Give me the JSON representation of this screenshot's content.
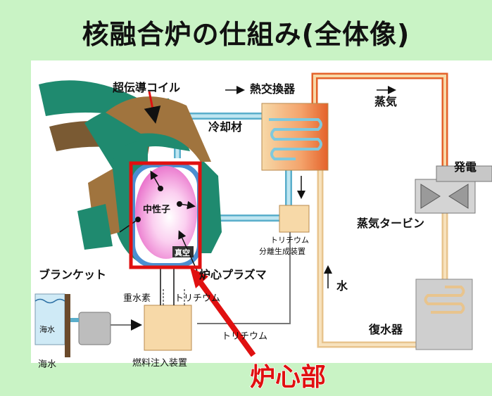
{
  "title": "核融合炉の仕組み(全体像)",
  "labels": {
    "coil": "超伝導コイル",
    "heat_exchanger": "熱交換器",
    "coolant": "冷却材",
    "steam": "蒸気",
    "generator": "発電",
    "steam_turbine": "蒸気タービン",
    "neutron": "中性子",
    "vacuum": "真空",
    "tritium_plant_line1": "トリチウム",
    "tritium_plant_line2": "分離生成装置",
    "blanket": "ブランケット",
    "plasma": "炉心プラズマ",
    "water": "水",
    "deuterium": "重水素",
    "tritium_in": "トリチウム",
    "tritium_return": "トリチウム",
    "condenser": "復水器",
    "seawater_tank": "海水",
    "seawater": "海水",
    "fuel_injector": "燃料注入装置",
    "core_callout": "炉心部"
  },
  "colors": {
    "background": "#c9f3c5",
    "callout_red": "#e01010",
    "coil_green": "#1f8a6f",
    "coil_brown": "#a0743e",
    "pipe_blue": "#7fc9dd",
    "steam_orange": "#e4622a",
    "box_beige": "#f7d9a8",
    "plasma_pink": "#f39ad6"
  }
}
